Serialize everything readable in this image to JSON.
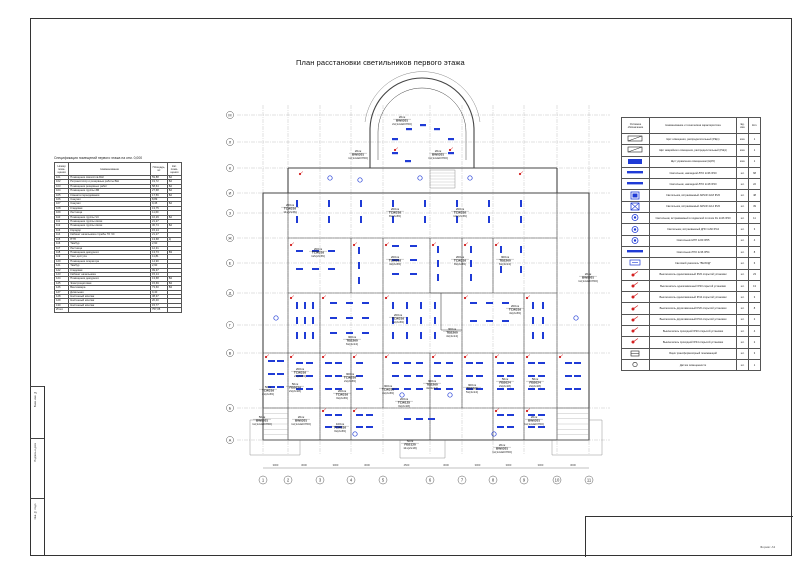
{
  "drawing": {
    "title": "План расстановки светильников первого этажа",
    "sheet_stamp": "Формат А3"
  },
  "spec_table": {
    "caption": "Спецификация помещений первого этажа на отм. 0,000",
    "headers": [
      "Номер поме-щения",
      "Наименование",
      "Площадь, м²",
      "Кат. поме-щения"
    ],
    "rows": [
      [
        "101",
        "Помещение связистов-БШ",
        "59,88",
        "Б2"
      ],
      [
        "102",
        "Ретранслятор и резервные работы БШ",
        "19,72",
        "Б2"
      ],
      [
        "103",
        "Помещение резервных работ",
        "58,64",
        "Б2"
      ],
      [
        "104",
        "Помещение группы ЗМ",
        "27,68",
        "Б2"
      ],
      [
        "105",
        "Комната переодевания",
        "17,56",
        "Б2"
      ],
      [
        "106",
        "Санузел",
        "8,89",
        ""
      ],
      [
        "107",
        "Санузел",
        "9,45",
        "Б2"
      ],
      [
        "108",
        "Кладовая",
        "13,75",
        ""
      ],
      [
        "109",
        "Лестница",
        "11,60",
        ""
      ],
      [
        "110",
        "Помещение группы ЧС",
        "16,29",
        "Б2"
      ],
      [
        "111",
        "Помещение группы связи",
        "21,27",
        ""
      ],
      [
        "112",
        "Помещение группы связи",
        "30,74",
        "Б2"
      ],
      [
        "113",
        "Коридор",
        "15,14",
        ""
      ],
      [
        "114",
        "Кабинет начальника службы ГО ЧС",
        "21,27",
        ""
      ],
      [
        "115",
        "ПТП",
        "13,68",
        "Д"
      ],
      [
        "116",
        "Тамбур",
        "2,90",
        ""
      ],
      [
        "117",
        "Лестница",
        "12,31",
        ""
      ],
      [
        "118",
        "Помещение дежурного",
        "13,73",
        "В3"
      ],
      [
        "119",
        "Узел доступа",
        "11,81",
        ""
      ],
      [
        "120",
        "Помещение оператора",
        "14,90",
        ""
      ],
      [
        "121",
        "Тамбур",
        "2,90",
        ""
      ],
      [
        "122",
        "Кладовая",
        "99,37",
        ""
      ],
      [
        "123",
        "Кабинет начальника",
        "15,14",
        ""
      ],
      [
        "124",
        "Помещение дежурного",
        "13,68",
        "В4"
      ],
      [
        "125",
        "Электрощитовая",
        "15,69",
        "В4"
      ],
      [
        "126",
        "Венткамера",
        "73,60",
        "В4"
      ],
      [
        "127",
        "Дизельная",
        "9,40",
        ""
      ],
      [
        "128",
        "Настенный монтаж",
        "38,37",
        ""
      ],
      [
        "129",
        "Настенный монтаж",
        "20,40",
        ""
      ],
      [
        "130",
        "Настенный монтаж",
        "15,77",
        ""
      ]
    ],
    "total_label": "Итого",
    "total_value": "757,05"
  },
  "legend": {
    "headers": [
      "Условное обозначение",
      "Наименование и техническая характеристика",
      "Ед. изм.",
      "Кол."
    ],
    "rows": [
      {
        "sym": "panel",
        "desc": "Щит освещения, распределительный (РЩ1)",
        "unit": "ком.",
        "qty": "1"
      },
      {
        "sym": "panel",
        "desc": "Щит аварийного освещения, распределительный (РЩ1)",
        "unit": "ком.",
        "qty": "1"
      },
      {
        "sym": "panel-blue",
        "desc": "Щит управления освещением (ЩУО)",
        "unit": "ком.",
        "qty": "1"
      },
      {
        "sym": "lamp-long",
        "desc": "Светильник, накладной ЛПО 2х36 IP20",
        "unit": "шт.",
        "qty": "68"
      },
      {
        "sym": "lamp-long",
        "desc": "Светильник, накладной ЛПО 2х18 IP20",
        "unit": "шт.",
        "qty": "22"
      },
      {
        "sym": "lamp-box",
        "desc": "Светильник, встраиваемый ARS/R 4х18 IP20",
        "unit": "шт.",
        "qty": "48"
      },
      {
        "sym": "lamp-cross",
        "desc": "Светильник, встраиваемый ARS/R 4х14 IP20",
        "unit": "шт.",
        "qty": "39"
      },
      {
        "sym": "lamp-round",
        "desc": "Светильник, встраиваемый в подвесной потолок DL 2х26 IP20",
        "unit": "шт.",
        "qty": "11"
      },
      {
        "sym": "lamp-round",
        "desc": "Светильник, встраиваемый ДПО 1х60 IP44",
        "unit": "шт.",
        "qty": "3"
      },
      {
        "sym": "lamp-round",
        "desc": "Светильник НПП 1х60 IP65",
        "unit": "шт.",
        "qty": "4"
      },
      {
        "sym": "lamp-long",
        "desc": "Светильник ЛПО 2х36 IP54",
        "unit": "шт.",
        "qty": "8"
      },
      {
        "sym": "exit",
        "desc": "Световой указатель \"ВЫХОД\"",
        "unit": "шт.",
        "qty": "6"
      },
      {
        "sym": "switch",
        "desc": "Выключатель одноклавишный IP20 открытой установки",
        "unit": "шт.",
        "qty": "23"
      },
      {
        "sym": "switch",
        "desc": "Выключатель одноклавишный IP20 скрытой установки",
        "unit": "шт.",
        "qty": "13"
      },
      {
        "sym": "switch",
        "desc": "Выключатель одноклавишный IP44 открытой установки",
        "unit": "шт.",
        "qty": "3"
      },
      {
        "sym": "switch",
        "desc": "Выключатель двухклавишный IP20 открытой установки",
        "unit": "шт.",
        "qty": "8"
      },
      {
        "sym": "switch",
        "desc": "Выключатель двухклавишный IP44 открытой установки",
        "unit": "шт.",
        "qty": "2"
      },
      {
        "sym": "switch",
        "desc": "Выключатель проходной IP20 открытой установки",
        "unit": "шт.",
        "qty": "4"
      },
      {
        "sym": "switch",
        "desc": "Выключатель проходной IP44 открытой установки",
        "unit": "шт.",
        "qty": "2"
      },
      {
        "sym": "box",
        "desc": "Ящик трансформаторный понижающий",
        "unit": "шт.",
        "qty": "3"
      },
      {
        "sym": "sensor",
        "desc": "Датчик освещенности",
        "unit": "шт.",
        "qty": "1"
      }
    ]
  },
  "plan_labels": [
    {
      "t": "20лк\nBW0201\n2x(1хLED700)"
    },
    {
      "t": "20лк\nBW0201\n1x(1хLED700)"
    },
    {
      "t": "20лк\nBW0201\n1x(1хLED700)"
    },
    {
      "t": "200лк\nTCW216\n11x(2х36)"
    },
    {
      "t": "200лк\nTCW216\n8x(2х36)"
    },
    {
      "t": "200лк\nTCW216\n14x(2х36)"
    },
    {
      "t": "300лк\nTBS260\n6x(4х14)"
    },
    {
      "t": "200лк\nTCW216\n12x(2х36)"
    },
    {
      "t": "200лк\nTCW216\n4x(2х36)"
    },
    {
      "t": "200лк\nTCW216\n8x(2х36)"
    },
    {
      "t": "200лк\nTCW216\n9x(2х36)"
    },
    {
      "t": "200лк\nTCW216\n4x(2х36)"
    },
    {
      "t": "20лк\nBW0201\n1x(1хLED700)"
    },
    {
      "t": "50лк\nTCW216\n2x(2х36)"
    },
    {
      "t": "300лк\nTBS260\n4x(4х14)"
    },
    {
      "t": "300лк\nTBS260\n6x(4х14)"
    },
    {
      "t": "200лк\nTCW216\n2x(2х36)"
    },
    {
      "t": "300лк\nTCW216\n2x(2х36)"
    },
    {
      "t": "200лк\nTCW216\n3x(2х36)"
    },
    {
      "t": "300лк\nTCW216\n4x(2х36)"
    },
    {
      "t": "50лк\nFBS024\n2x(2х18)"
    },
    {
      "t": "100лк\nTCW216\n3x(2х36)"
    },
    {
      "t": "200лк\nTCW125\n3x(2х18)"
    },
    {
      "t": "300лк\nTBS260\n4x(4х14)"
    },
    {
      "t": "300лк\nTBS260\n5x(4х14)"
    },
    {
      "t": "50лк\nFBS024\n2x(2х18)"
    },
    {
      "t": "50лк\nFBS024\n2x(2х18)"
    },
    {
      "t": "50лк\nBW0201\n1x(1хLED700)"
    },
    {
      "t": "20лк\nBW0201\n1x(1хLED700)"
    },
    {
      "t": "20лк\nBW0201\n1x(1хLED700)"
    },
    {
      "t": "50лк\nFBS120\n11x(2х18)"
    },
    {
      "t": "20лк\nBW0201\n1x(1хLED700)"
    }
  ],
  "axes": {
    "rows": [
      "М",
      "Л",
      "К",
      "И",
      "З",
      "Ж",
      "Е",
      "Д",
      "Г",
      "В",
      "Б",
      "А"
    ],
    "cols": [
      "1",
      "2",
      "3",
      "4",
      "5",
      "6",
      "7",
      "8",
      "9",
      "10",
      "11"
    ],
    "dims": [
      "3000",
      "3000",
      "3000",
      "3000",
      "4500",
      "3000",
      "3000",
      "3000",
      "3000",
      "3000"
    ]
  },
  "side_strip": [
    "Взам. инв. №",
    "Подпись и дата",
    "Инв. № подл."
  ],
  "colors": {
    "lamp": "#1f3bd6",
    "switch": "#d42020",
    "line": "#555555",
    "wall": "#444444"
  }
}
